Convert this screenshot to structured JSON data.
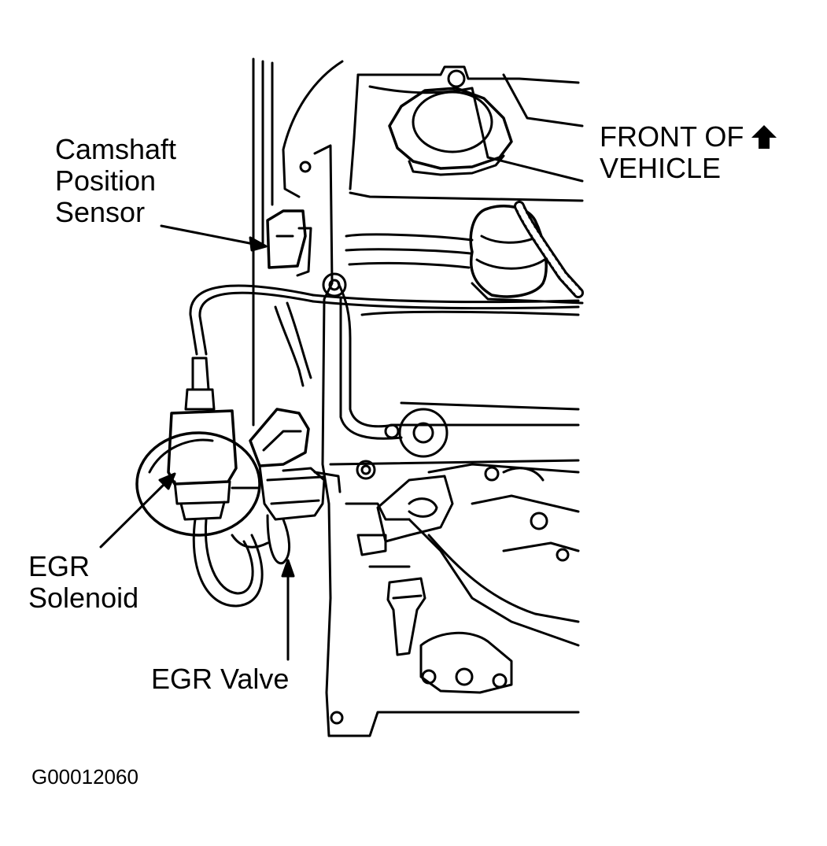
{
  "labels": {
    "camshaft_sensor": [
      "Camshaft",
      "Position",
      "Sensor"
    ],
    "front_of_vehicle": [
      "FRONT OF",
      "VEHICLE"
    ],
    "egr_solenoid": [
      "EGR",
      "Solenoid"
    ],
    "egr_valve": "EGR Valve",
    "figure_id": "G00012060"
  },
  "icons": {
    "front_arrow": "arrow-up-icon"
  },
  "colors": {
    "ink": "#000000",
    "paper": "#ffffff"
  }
}
